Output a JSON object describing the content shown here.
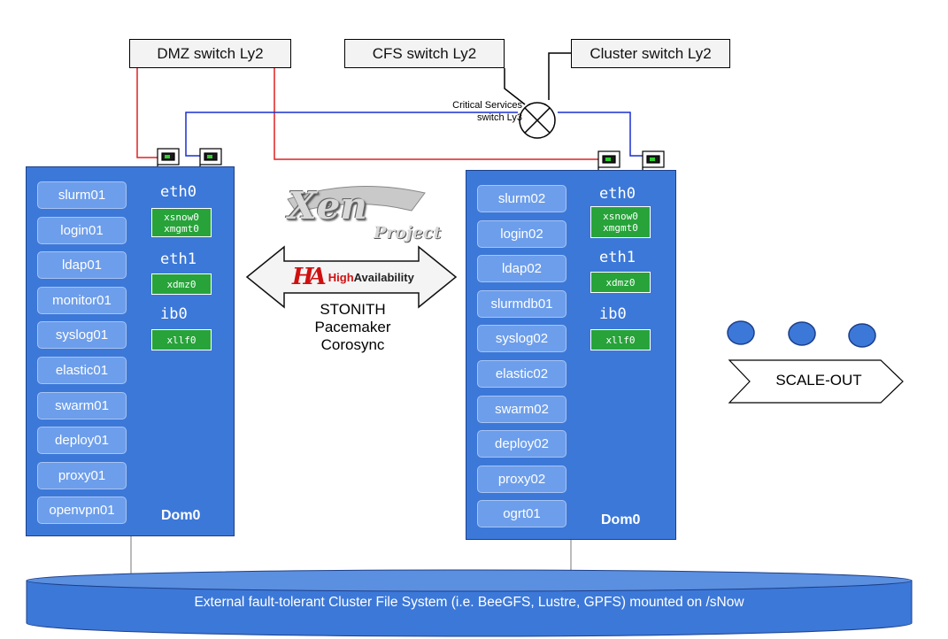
{
  "switches": {
    "dmz": "DMZ switch Ly2",
    "cfs": "CFS switch Ly2",
    "cluster": "Cluster switch Ly2",
    "critical_line1": "Critical Services",
    "critical_line2": "switch Ly3"
  },
  "node_left": {
    "vms": [
      "slurm01",
      "login01",
      "ldap01",
      "monitor01",
      "syslog01",
      "elastic01",
      "swarm01",
      "deploy01",
      "proxy01",
      "openvpn01"
    ],
    "interfaces": {
      "eth0": "eth0",
      "eth0_line1": "xsnow0",
      "eth0_line2": "xmgmt0",
      "eth1": "eth1",
      "eth1_val": "xdmz0",
      "ib0": "ib0",
      "ib0_val": "xllf0"
    },
    "dom0": "Dom0"
  },
  "node_right": {
    "vms": [
      "slurm02",
      "login02",
      "ldap02",
      "slurmdb01",
      "syslog02",
      "elastic02",
      "swarm02",
      "deploy02",
      "proxy02",
      "ogrt01"
    ],
    "interfaces": {
      "eth0": "eth0",
      "eth0_line1": "xsnow0",
      "eth0_line2": "xmgmt0",
      "eth1": "eth1",
      "eth1_val": "xdmz0",
      "ib0": "ib0",
      "ib0_val": "xllf0"
    },
    "dom0": "Dom0"
  },
  "ha": {
    "logo_xen": "Xen",
    "logo_project": "Project",
    "ha_mark": "HA",
    "ha_high": "High",
    "ha_avail": "Availability",
    "line1": "STONITH",
    "line2": "Pacemaker",
    "line3": "Corosync"
  },
  "scaleout": "SCALE-OUT",
  "filesystem": "External fault-tolerant Cluster File System (i.e. BeeGFS, Lustre, GPFS) mounted on /sNow",
  "colors": {
    "node_bg": "#3c78d8",
    "vm_bg": "#6d9eeb",
    "iface_green": "#27a33a",
    "red_link": "#e02020",
    "blue_link": "#1a2fd0",
    "fs_bg": "#3c78d8"
  }
}
